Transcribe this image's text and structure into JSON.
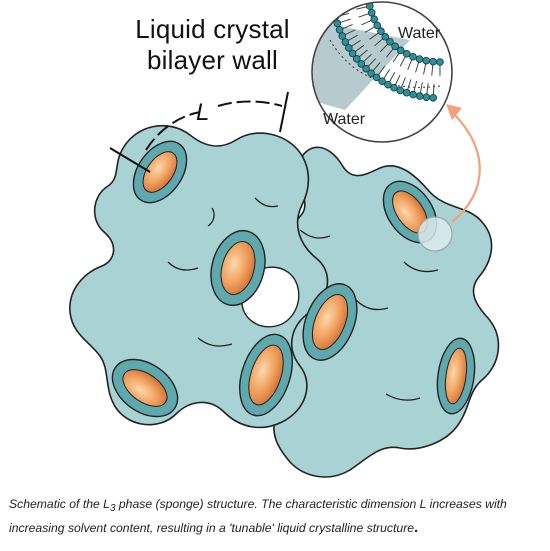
{
  "figure": {
    "title_line_1": "Liquid crystal",
    "title_line_2": "bilayer wall",
    "dimension_label": "L",
    "inset_label_top": "Water",
    "inset_label_bottom": "Water",
    "colors": {
      "membrane_fill": "#a9d2d4",
      "membrane_stroke": "#222222",
      "channel_rim": "#5fa9ae",
      "channel_core": "#f0a15e",
      "arrow": "#f4a07a"
    },
    "icons": [
      "bilayer-inset-icon",
      "curved-arrow-icon",
      "dimension-bracket-icon"
    ]
  },
  "caption": {
    "part_1": "Schematic of the L",
    "subscript": "3",
    "part_2": " phase (sponge) structure. The characteristic dimension L increases with increasing solvent content, resulting in a 'tunable' liquid crystalline structure",
    "end_mark": "."
  }
}
